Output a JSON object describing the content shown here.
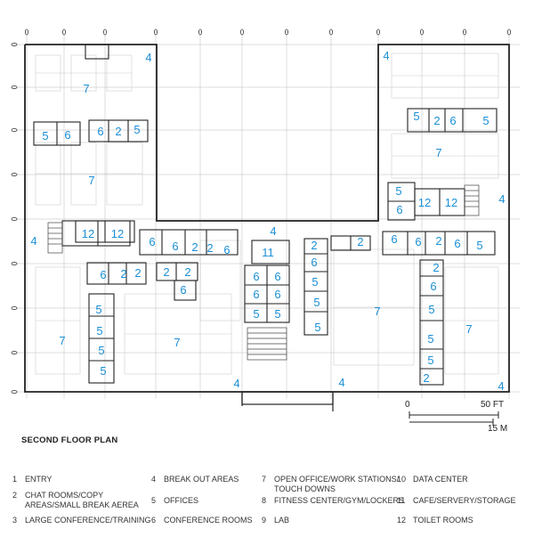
{
  "plan_title": "SECOND FLOOR PLAN",
  "scale": {
    "zero": "0",
    "feet": "50 FT",
    "meters": "15 M"
  },
  "label_color": "#1b8fd6",
  "legend": [
    {
      "num": "1",
      "text": "ENTRY"
    },
    {
      "num": "2",
      "text": "CHAT ROOMS/COPY\nAREAS/SMALL BREAK AEREA"
    },
    {
      "num": "3",
      "text": "LARGE CONFERENCE/TRAINING"
    },
    {
      "num": "4",
      "text": "BREAK OUT AREAS"
    },
    {
      "num": "5",
      "text": "OFFICES"
    },
    {
      "num": "6",
      "text": "CONFERENCE ROOMS"
    },
    {
      "num": "7",
      "text": "OPEN OFFICE/WORK STATIONS/\nTOUCH DOWNS"
    },
    {
      "num": "8",
      "text": "FITNESS CENTER/GYM/LOCKERS"
    },
    {
      "num": "9",
      "text": "LAB"
    },
    {
      "num": "10",
      "text": "DATA CENTER"
    },
    {
      "num": "11",
      "text": "CAFE/SERVERY/STORAGE"
    },
    {
      "num": "12",
      "text": "TOILET ROOMS"
    }
  ],
  "room_labels": {
    "r1": "4",
    "r2": "7",
    "r3": "5",
    "r4": "6",
    "r5": "6",
    "r6": "2",
    "r7": "5",
    "r8": "7",
    "r9": "4",
    "r10": "12",
    "r11": "12",
    "r12": "6",
    "r13": "6",
    "r14": "2",
    "r15": "2",
    "r16": "6",
    "r17": "4",
    "r18": "11",
    "r19": "6",
    "r20": "2",
    "r21": "2",
    "r22": "2",
    "r23": "2",
    "r24": "6",
    "r25": "5",
    "r26": "5",
    "r27": "5",
    "r28": "5",
    "r29": "7",
    "r30": "7",
    "r31": "6",
    "r32": "6",
    "r33": "6",
    "r34": "6",
    "r35": "5",
    "r36": "5",
    "r37": "2",
    "r38": "6",
    "r39": "5",
    "r40": "5",
    "r41": "5",
    "r42": "4",
    "r43": "4",
    "r44": "5",
    "r45": "2",
    "r46": "6",
    "r47": "5",
    "r48": "7",
    "r49": "5",
    "r50": "6",
    "r51": "12",
    "r52": "12",
    "r53": "4",
    "r54": "6",
    "r55": "6",
    "r56": "2",
    "r57": "6",
    "r58": "5",
    "r59": "2",
    "r60": "6",
    "r61": "5",
    "r62": "7",
    "r63": "7",
    "r64": "5",
    "r65": "5",
    "r66": "2",
    "r67": "4",
    "r68": "4",
    "r69": "2",
    "r70": "7"
  }
}
